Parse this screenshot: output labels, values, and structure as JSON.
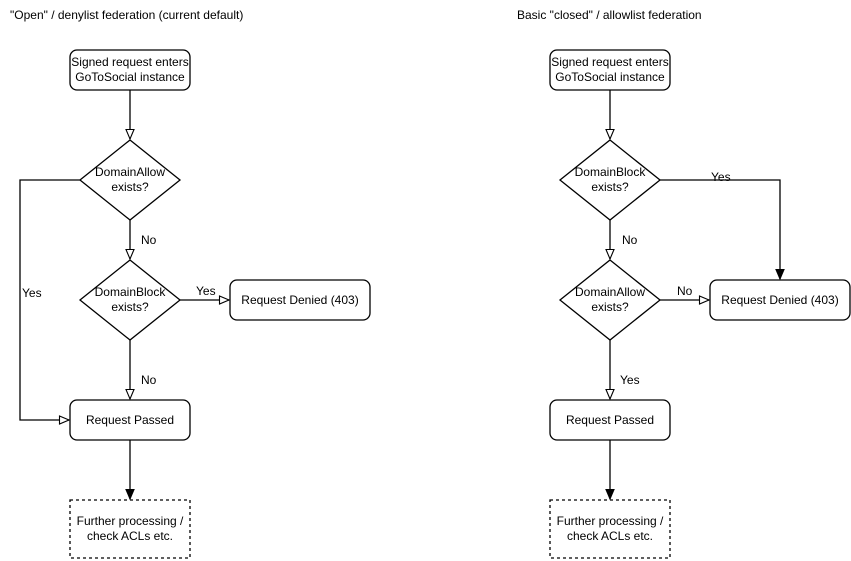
{
  "canvas": {
    "background": "#ffffff",
    "line_color": "#000000",
    "text_color": "#000000"
  },
  "left_chart": {
    "title": "\"Open\" / denylist federation (current default)",
    "nodes": {
      "start": "Signed request enters\nGoToSocial instance",
      "decision_allow": "DomainAllow\nexists?",
      "decision_block": "DomainBlock\nexists?",
      "denied": "Request Denied (403)",
      "passed": "Request Passed",
      "further": "Further processing /\ncheck ACLs etc."
    },
    "edge_labels": {
      "allow_no": "No",
      "allow_yes": "Yes",
      "block_yes": "Yes",
      "block_no": "No"
    }
  },
  "right_chart": {
    "title": "Basic \"closed\" / allowlist federation",
    "nodes": {
      "start": "Signed request enters\nGoToSocial instance",
      "decision_block": "DomainBlock\nexists?",
      "decision_allow": "DomainAllow\nexists?",
      "denied": "Request Denied (403)",
      "passed": "Request Passed",
      "further": "Further processing /\ncheck ACLs etc."
    },
    "edge_labels": {
      "block_yes": "Yes",
      "block_no": "No",
      "allow_no": "No",
      "allow_yes": "Yes"
    }
  }
}
